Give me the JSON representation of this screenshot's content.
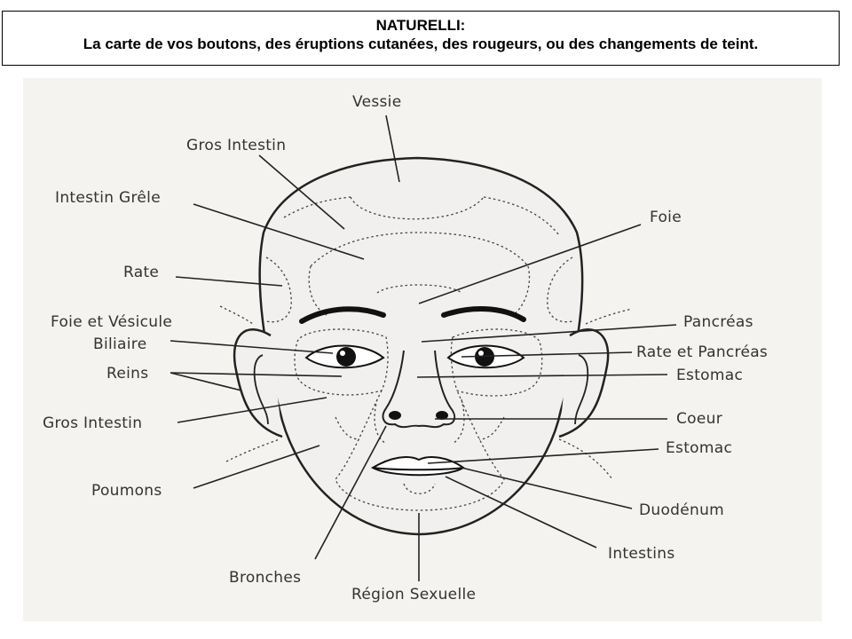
{
  "header": {
    "title": "NATURELLI:",
    "subtitle": "La carte de vos boutons, des éruptions cutanées, des rougeurs, ou des changements de  teint."
  },
  "labels": {
    "vessie": "Vessie",
    "gros_intestin_top": "Gros Intestin",
    "intestin_grele": "Intestin Grêle",
    "rate": "Rate",
    "foie_vesicule_1": "Foie et Vésicule",
    "foie_vesicule_2": "Biliaire",
    "reins": "Reins",
    "gros_intestin_left": "Gros Intestin",
    "poumons": "Poumons",
    "bronches": "Bronches",
    "region_sexuelle": "Région Sexuelle",
    "foie": "Foie",
    "pancreas": "Pancréas",
    "rate_pancreas": "Rate et Pancréas",
    "estomac_1": "Estomac",
    "coeur": "Coeur",
    "estomac_2": "Estomac",
    "duodenum": "Duodénum",
    "intestins": "Intestins"
  }
}
